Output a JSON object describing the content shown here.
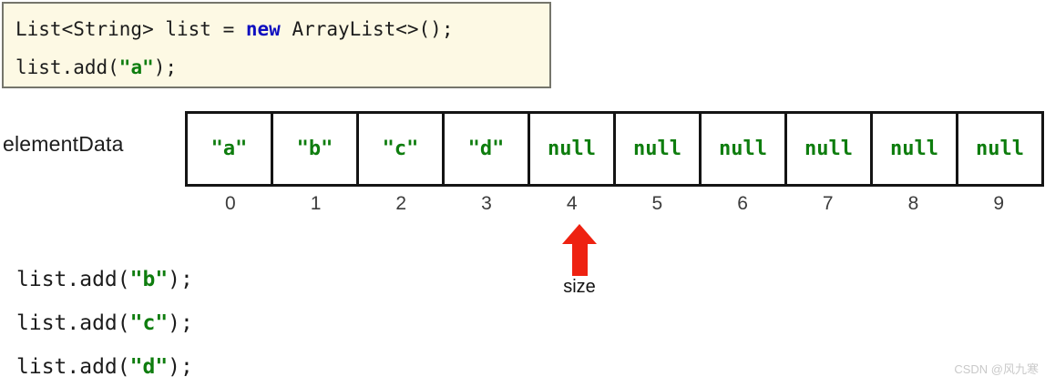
{
  "colors": {
    "plain": "#1c1c1c",
    "keyword": "#0f0fc0",
    "string": "#0e7d0e",
    "arrow": "#ee2211",
    "code_bg": "#fdf9e4",
    "code_border": "#75756b",
    "cell_border": "#141414",
    "index": "#3c3c3c",
    "watermark": "#c9c9c9"
  },
  "top_code": {
    "lines": [
      [
        {
          "t": "List<String> list = ",
          "c": "plain"
        },
        {
          "t": "new",
          "c": "keyword"
        },
        {
          "t": " ArrayList<>();",
          "c": "plain"
        }
      ],
      [
        {
          "t": "list.add(",
          "c": "plain"
        },
        {
          "t": "\"a\"",
          "c": "string"
        },
        {
          "t": ");",
          "c": "plain"
        }
      ]
    ]
  },
  "array": {
    "label": "elementData",
    "cells": [
      "\"a\"",
      "\"b\"",
      "\"c\"",
      "\"d\"",
      "null",
      "null",
      "null",
      "null",
      "null",
      "null"
    ],
    "indices": [
      "0",
      "1",
      "2",
      "3",
      "4",
      "5",
      "6",
      "7",
      "8",
      "9"
    ]
  },
  "size_pointer": {
    "label": "size",
    "points_to_index": "4"
  },
  "bottom_code": {
    "lines": [
      [
        {
          "t": "list.add(",
          "c": "plain"
        },
        {
          "t": "\"b\"",
          "c": "string"
        },
        {
          "t": ");",
          "c": "plain"
        }
      ],
      [
        {
          "t": "list.add(",
          "c": "plain"
        },
        {
          "t": "\"c\"",
          "c": "string"
        },
        {
          "t": ");",
          "c": "plain"
        }
      ],
      [
        {
          "t": "list.add(",
          "c": "plain"
        },
        {
          "t": "\"d\"",
          "c": "string"
        },
        {
          "t": ");",
          "c": "plain"
        }
      ]
    ]
  },
  "watermark": "CSDN @风九寒"
}
